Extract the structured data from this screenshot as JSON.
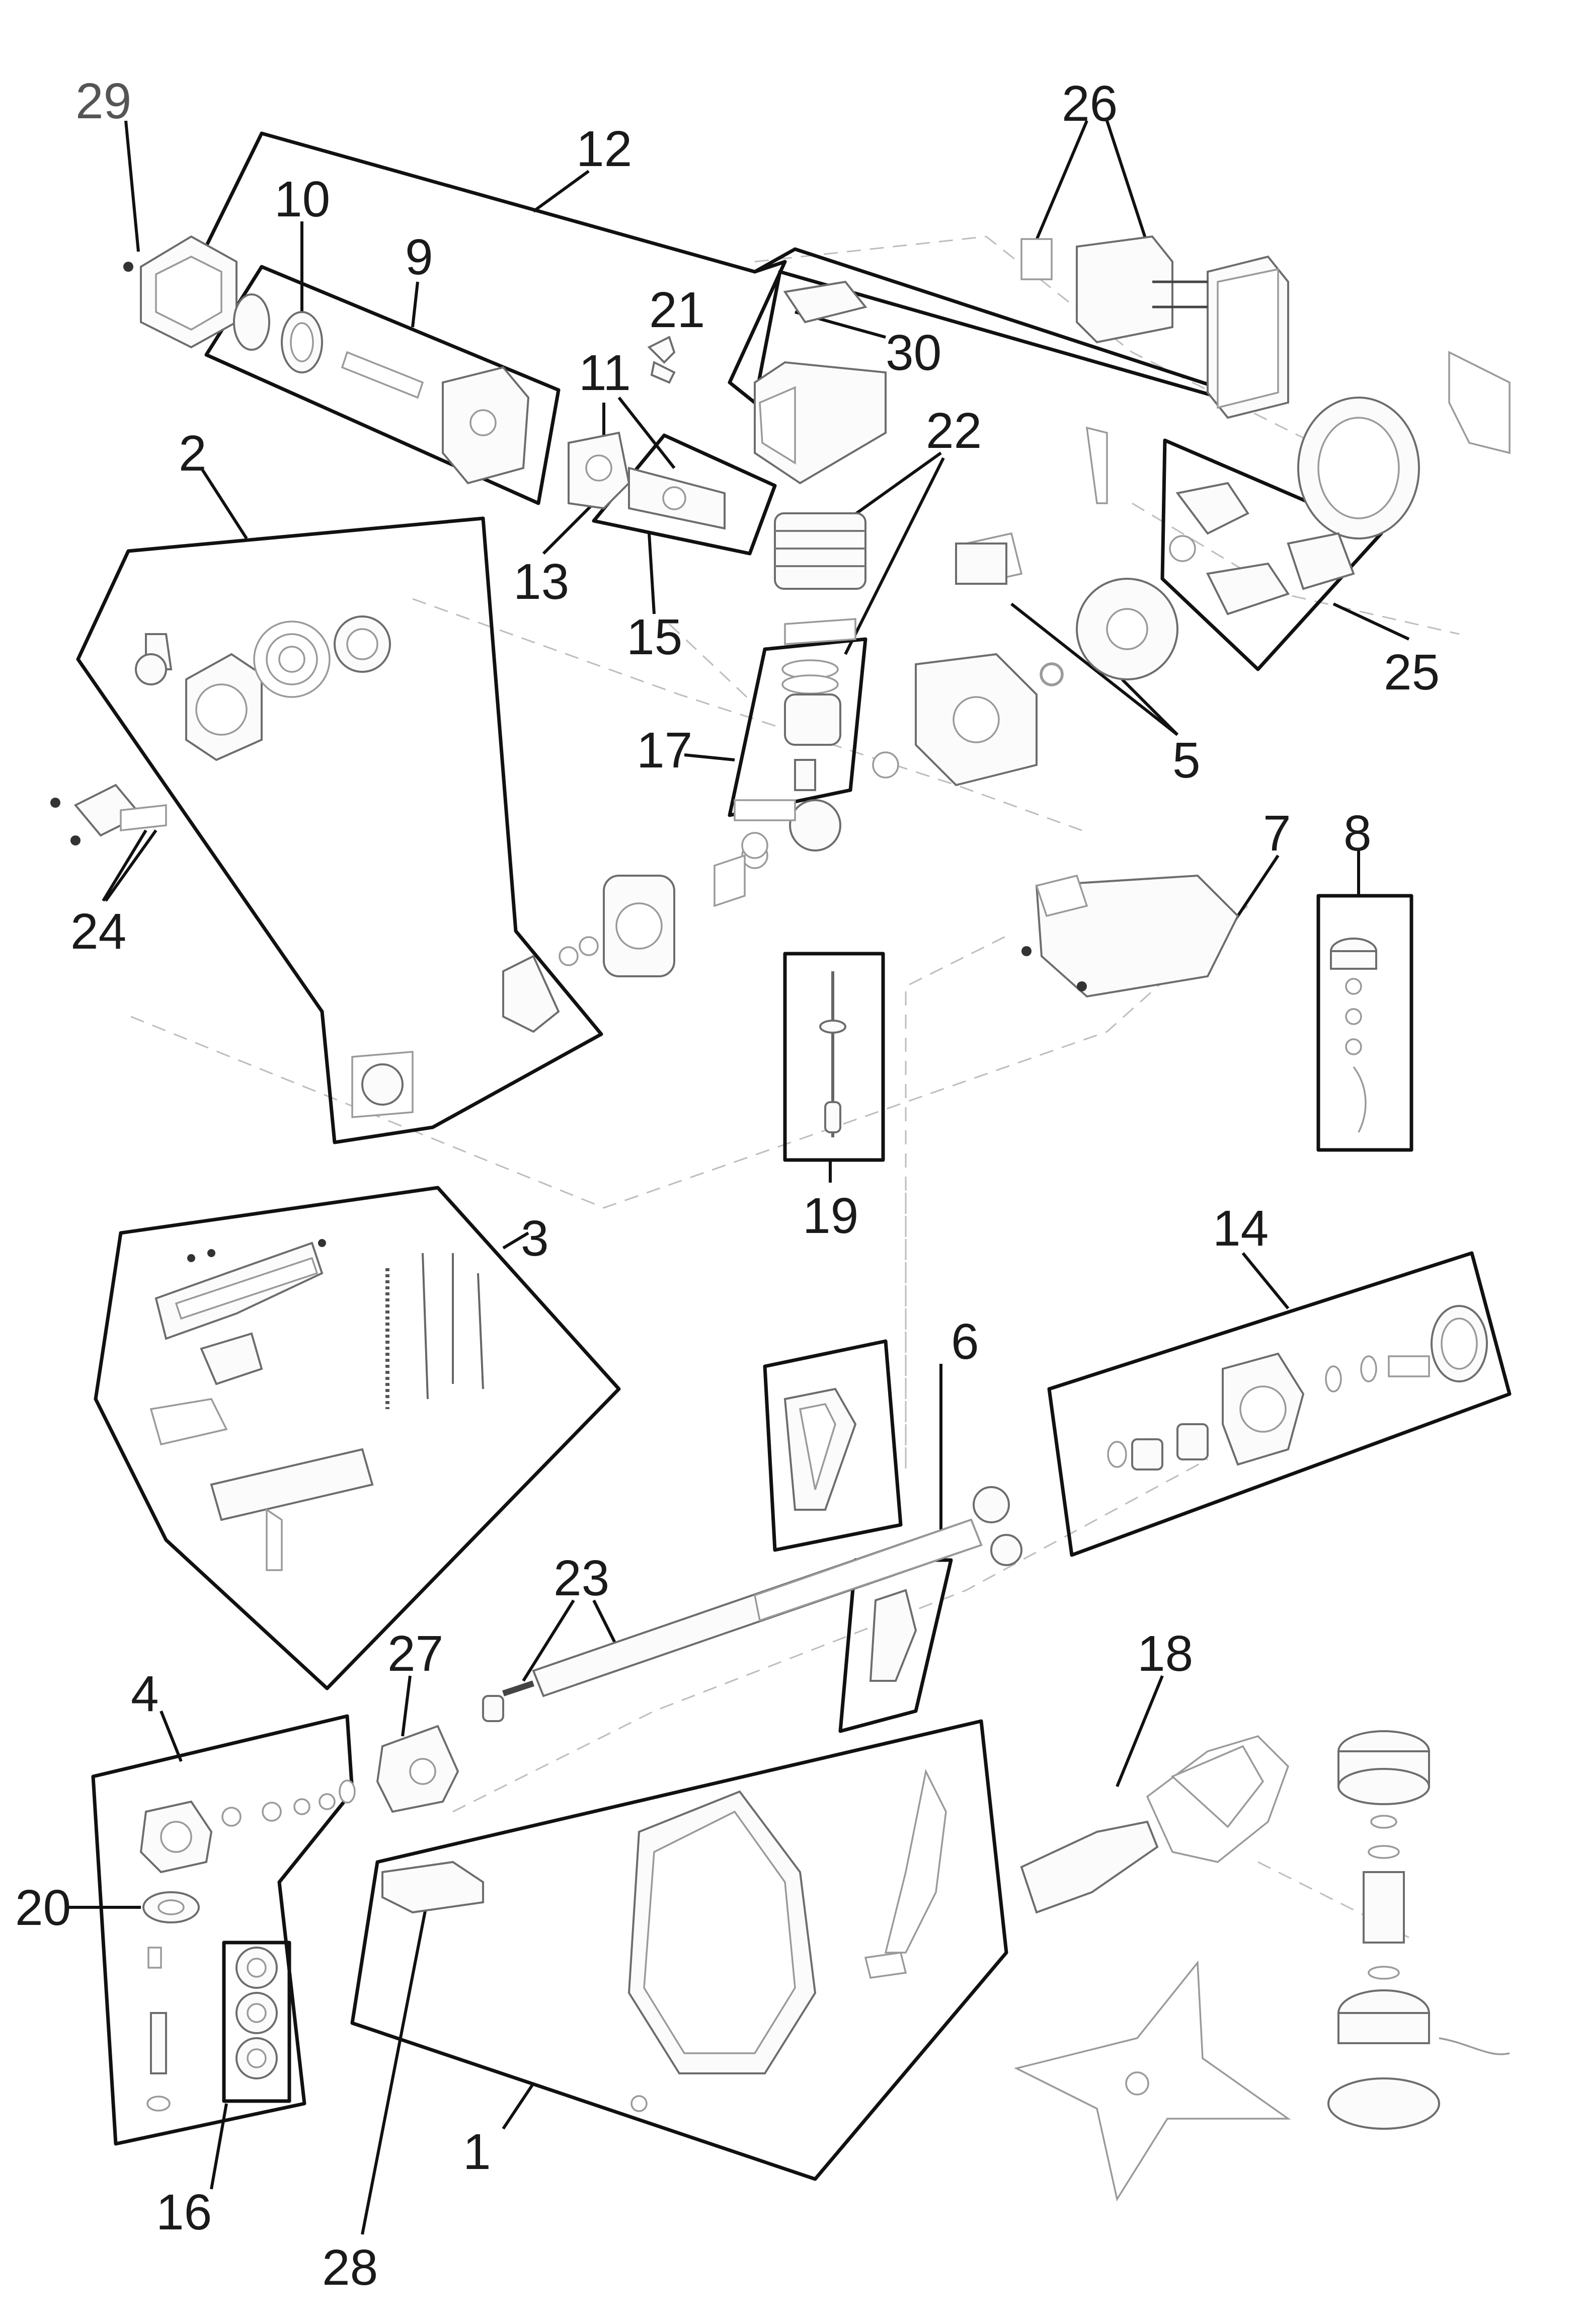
{
  "callouts": {
    "n1": "1",
    "n2": "2",
    "n3": "3",
    "n4": "4",
    "n5": "5",
    "n6": "6",
    "n7": "7",
    "n8": "8",
    "n9": "9",
    "n10": "10",
    "n11": "11",
    "n12": "12",
    "n13": "13",
    "n14": "14",
    "n15": "15",
    "n16": "16",
    "n17": "17",
    "n18": "18",
    "n19": "19",
    "n20": "20",
    "n21": "21",
    "n22": "22",
    "n23": "23",
    "n24": "24",
    "n25": "25",
    "n26": "26",
    "n27": "27",
    "n28": "28",
    "n29": "29",
    "n30": "30"
  },
  "colors": {
    "outline": "#111111",
    "part_stroke": "#6d6d6d",
    "background": "#ffffff"
  }
}
